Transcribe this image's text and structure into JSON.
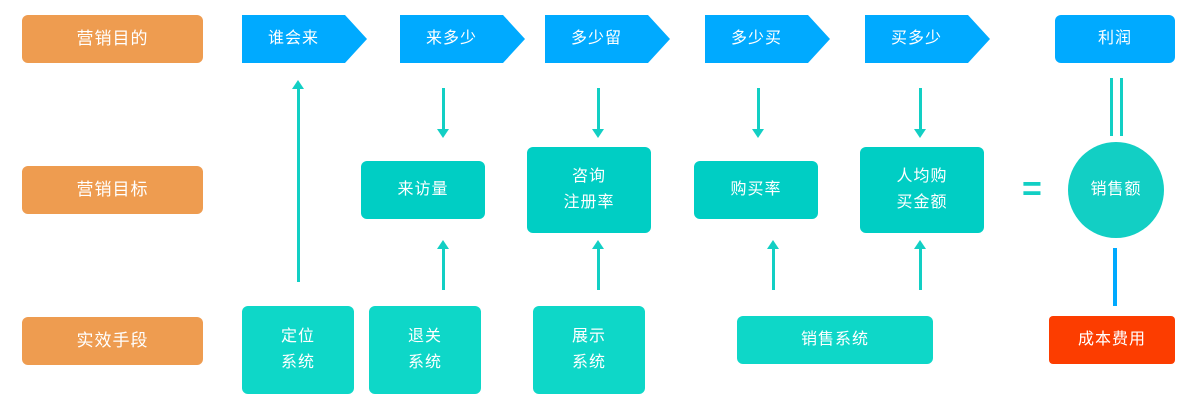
{
  "diagram": {
    "title": "营销目的-营销目标-实效手段 漏斗图",
    "colors": {
      "category": "#ee9c50",
      "stage": "#00aaff",
      "metric": "#00cec4",
      "tool": "#0ed7c8",
      "cost": "#fc3d00",
      "connector": "#12cfc4",
      "connector_blue": "#00aaff",
      "background": "#ffffff"
    },
    "rows": [
      {
        "key": "purpose",
        "label": "营销目的"
      },
      {
        "key": "target",
        "label": "营销目标"
      },
      {
        "key": "means",
        "label": "实效手段"
      }
    ],
    "stages": [
      {
        "label": "谁会来",
        "shape": "chevron"
      },
      {
        "label": "来多少",
        "shape": "chevron"
      },
      {
        "label": "多少留",
        "shape": "chevron"
      },
      {
        "label": "多少买",
        "shape": "chevron"
      },
      {
        "label": "买多少",
        "shape": "chevron"
      },
      {
        "label": "利润",
        "shape": "rounded"
      }
    ],
    "metrics": [
      {
        "label": "来访量",
        "shape": "rounded"
      },
      {
        "label": "咨询\n注册率",
        "shape": "rounded"
      },
      {
        "label": "购买率",
        "shape": "rounded"
      },
      {
        "label": "人均购\n买金额",
        "shape": "rounded"
      },
      {
        "label": "销售额",
        "shape": "circle"
      }
    ],
    "equals_sign": "=",
    "tools": [
      {
        "label": "定位\n系统",
        "kind": "tool"
      },
      {
        "label": "退关\n系统",
        "kind": "tool"
      },
      {
        "label": "展示\n系统",
        "kind": "tool"
      },
      {
        "label": "销售系统",
        "kind": "tool"
      },
      {
        "label": "成本费用",
        "kind": "cost"
      }
    ]
  }
}
